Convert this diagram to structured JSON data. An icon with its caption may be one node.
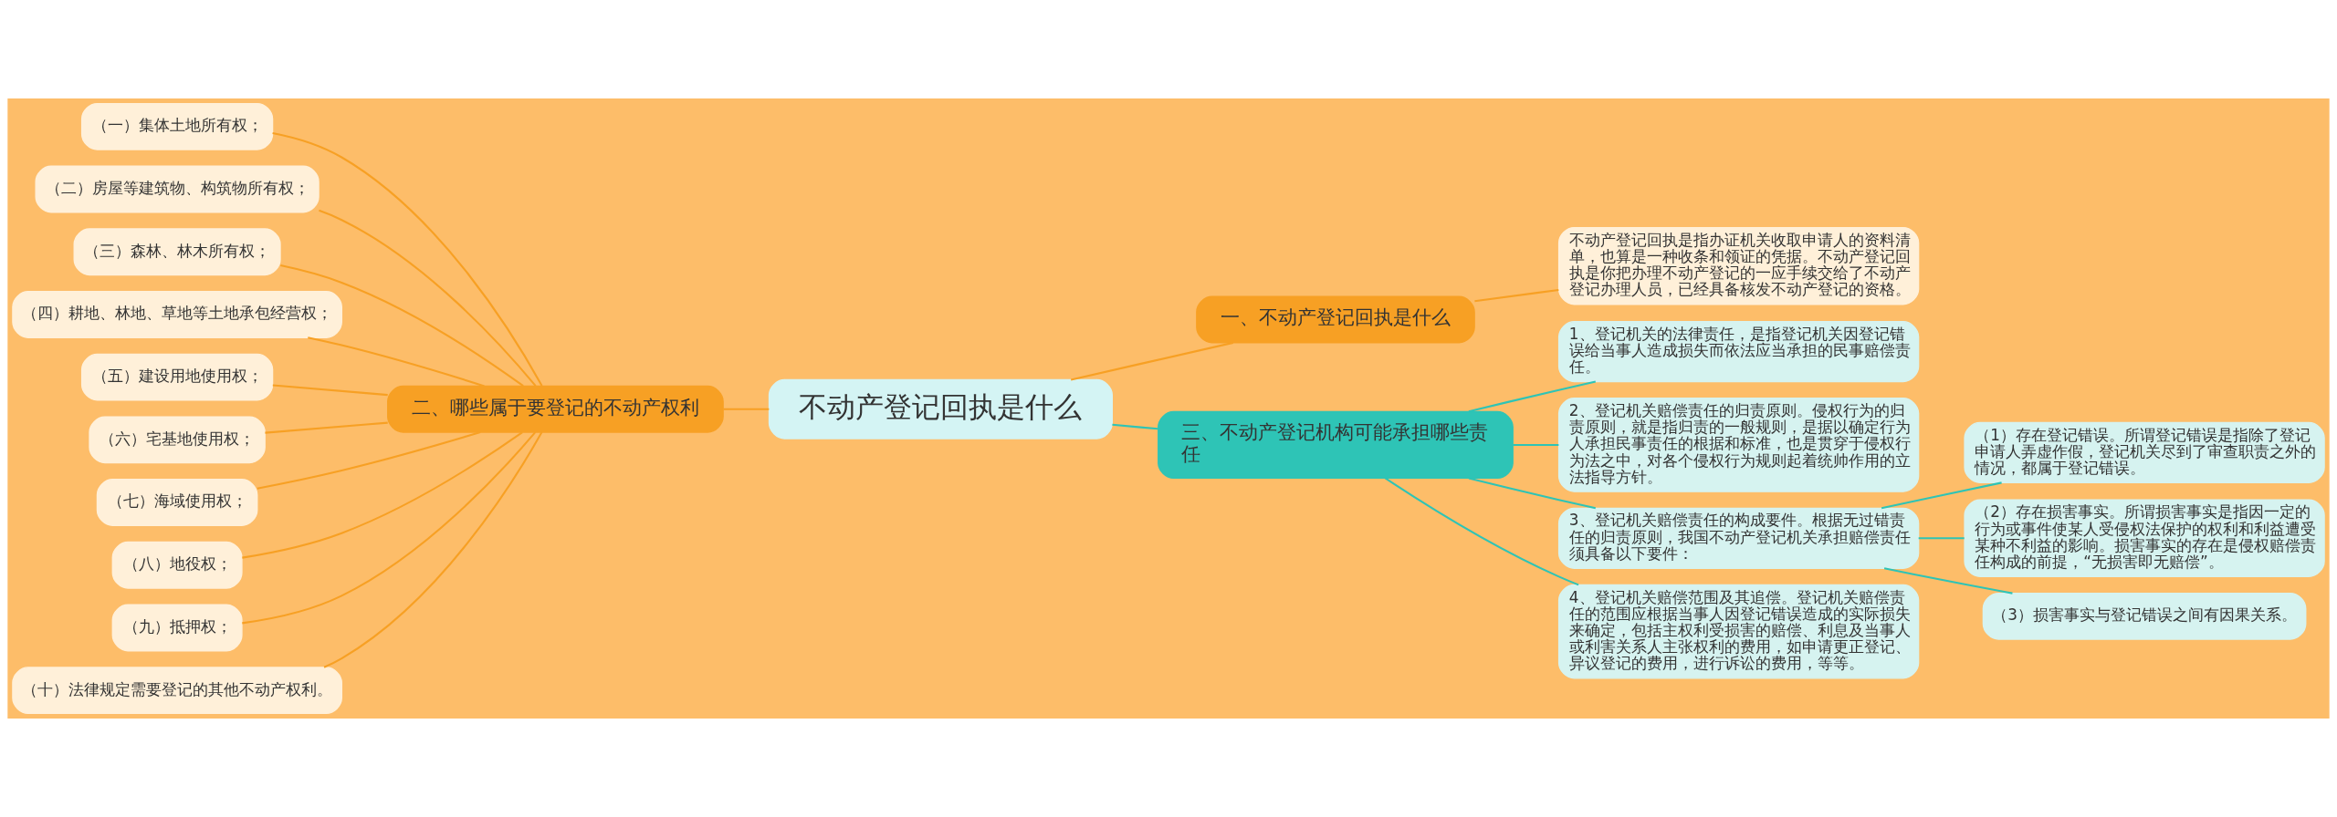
{
  "diagram": {
    "nodes": [
      {
        "text": [
          "不动产登记回执是什么"
        ]
      },
      {
        "text": [
          "一、不动产登记回执是什么"
        ]
      },
      {
        "text": [
          "不动产登记回执是指办证机关收取申请人的资料清单，也算是一种收条和领证的凭据。不动产登记回执是你把办理不动产登记的一应手续交给了不动产登记办理人员，已经具备核发不动产登记的资格。"
        ]
      },
      {
        "text": [
          "二、哪些属于要登记的不动产权利"
        ]
      },
      {
        "text": [
          "（一）集体土地所有权；"
        ]
      },
      {
        "text": [
          "（二）房屋等建筑物、构筑物所有权；"
        ]
      },
      {
        "text": [
          "（三）森林、林木所有权；"
        ]
      },
      {
        "text": [
          "（四）耕地、林地、草地等土地承包经营权；"
        ]
      },
      {
        "text": [
          "（五）建设用地使用权；"
        ]
      },
      {
        "text": [
          "（六）宅基地使用权；"
        ]
      },
      {
        "text": [
          "（七）海域使用权；"
        ]
      },
      {
        "text": [
          "（八）地役权；"
        ]
      },
      {
        "text": [
          "（九）抵押权；"
        ]
      },
      {
        "text": [
          "（十）法律规定需要登记的其他不动产权利。"
        ]
      },
      {
        "text": [
          "三、不动产登记机构可能承担哪些责任"
        ]
      },
      {
        "text": [
          "1、登记机关的法律责任，是指登记机关因登记错误给当事人造成损失而依法应当承担的民事赔偿责任。"
        ]
      },
      {
        "text": [
          "2、登记机关赔偿责任的归责原则。侵权行为的归责原则，就是指归责的一般规则，是据以确定行为人承担民事责任的根据和标准，也是贯穿于侵权行为法之中，对各个侵权行为规则起着统帅作用的立法指导方针。"
        ]
      },
      {
        "text": [
          "3、登记机关赔偿责任的构成要件。根据无过错责任的归责原则，我国不动产登记机关承担赔偿责任须具备以下要件："
        ]
      },
      {
        "text": [
          "（1）存在登记错误。所谓登记错误是指除了登记申请人弄虚作假，登记机关尽到了审查职责之外的情况，都属于登记错误。"
        ]
      },
      {
        "text": [
          "（2）存在损害事实。所谓损害事实是指因一定的行为或事件使某人受侵权法保护的权利和利益遭受某种不利益的影响。损害事实的存在是侵权赔偿责任构成的前提，“无损害即无赔偿”。"
        ]
      },
      {
        "text": [
          "（3）损害事实与登记错误之间有因果关系。"
        ]
      },
      {
        "text": [
          "4、登记机关赔偿范围及其追偿。登记机关赔偿责任的范围应根据当事人因登记错误造成的实际损失来确定，包括主权利受损害的赔偿、利息及当事人或利害关系人主张权利的费用，如申请更正登记、异议登记的费用，进行诉讼的费用，等等。"
        ]
      }
    ],
    "edges": [
      {
        "from": 0,
        "to": 1,
        "arrow": "none"
      },
      {
        "from": 1,
        "to": 2,
        "arrow": "none"
      },
      {
        "from": 0,
        "to": 3,
        "arrow": "none"
      },
      {
        "from": 3,
        "to": 4,
        "arrow": "none"
      },
      {
        "from": 3,
        "to": 5,
        "arrow": "none"
      },
      {
        "from": 3,
        "to": 6,
        "arrow": "none"
      },
      {
        "from": 3,
        "to": 7,
        "arrow": "none"
      },
      {
        "from": 3,
        "to": 8,
        "arrow": "none"
      },
      {
        "from": 3,
        "to": 9,
        "arrow": "none"
      },
      {
        "from": 3,
        "to": 10,
        "arrow": "none"
      },
      {
        "from": 3,
        "to": 11,
        "arrow": "none"
      },
      {
        "from": 3,
        "to": 12,
        "arrow": "none"
      },
      {
        "from": 3,
        "to": 13,
        "arrow": "none"
      },
      {
        "from": 0,
        "to": 14,
        "arrow": "none",
        "color": "#2ec4b6"
      },
      {
        "from": 14,
        "to": 15,
        "arrow": "none",
        "color": "#2ec4b6"
      },
      {
        "from": 14,
        "to": 16,
        "arrow": "none",
        "color": "#2ec4b6"
      },
      {
        "from": 14,
        "to": 17,
        "arrow": "none",
        "color": "#2ec4b6"
      },
      {
        "from": 17,
        "to": 18,
        "arrow": "none",
        "color": "#2ec4b6"
      },
      {
        "from": 17,
        "to": 19,
        "arrow": "none",
        "color": "#2ec4b6"
      },
      {
        "from": 17,
        "to": 20,
        "arrow": "none",
        "color": "#2ec4b6"
      },
      {
        "from": 14,
        "to": 21,
        "arrow": "none",
        "color": "#2ec4b6"
      }
    ]
  }
}
